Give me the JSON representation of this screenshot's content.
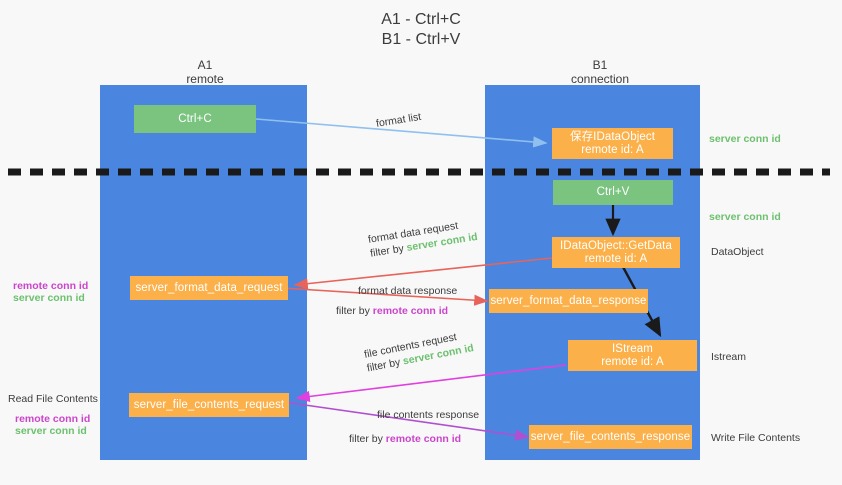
{
  "title": {
    "line1": "A1 - Ctrl+C",
    "line2": "B1 - Ctrl+V"
  },
  "columns": [
    {
      "name": "A1",
      "sub": "remote"
    },
    {
      "name": "B1",
      "sub": "connection"
    }
  ],
  "nodes": [
    {
      "id": "ctrl-c",
      "label": "Ctrl+C",
      "label2": "",
      "color": "green"
    },
    {
      "id": "save-idataobject",
      "label": "保存IDataObject",
      "label2": "remote id: A",
      "color": "orange"
    },
    {
      "id": "ctrl-v",
      "label": "Ctrl+V",
      "label2": "",
      "color": "green"
    },
    {
      "id": "idataobject-getdata",
      "label": "IDataObject::GetData",
      "label2": "remote id: A",
      "color": "orange"
    },
    {
      "id": "server-format-data-request",
      "label": "server_format_data_request",
      "label2": "",
      "color": "orange"
    },
    {
      "id": "server-format-data-response",
      "label": "server_format_data_response",
      "label2": "",
      "color": "orange"
    },
    {
      "id": "istream",
      "label": "IStream",
      "label2": "remote id: A",
      "color": "orange"
    },
    {
      "id": "server-file-contents-request",
      "label": "server_file_contents_request",
      "label2": "",
      "color": "orange"
    },
    {
      "id": "server-file-contents-response",
      "label": "server_file_contents_response",
      "label2": "",
      "color": "orange"
    }
  ],
  "edge_labels": {
    "format_list": "format list",
    "format_data_request": "format data request",
    "format_data_request_filter_prefix": "filter by ",
    "format_data_request_filter_value": "server conn id",
    "format_data_response": "format data response",
    "format_data_response_filter_prefix": "filter by ",
    "format_data_response_filter_value": "remote conn id",
    "file_contents_request": "file contents request",
    "file_contents_request_filter_prefix": "filter by ",
    "file_contents_request_filter_value": "server conn id",
    "file_contents_response": "file contents response",
    "file_contents_response_filter_prefix": "filter by ",
    "file_contents_response_filter_value": "remote conn id"
  },
  "right_annotations": [
    {
      "id": "server-conn-id-1",
      "text": "server conn id",
      "style": "green"
    },
    {
      "id": "server-conn-id-2",
      "text": "server conn id",
      "style": "green"
    },
    {
      "id": "dataobject",
      "text": "DataObject",
      "style": "plain"
    },
    {
      "id": "istream-label",
      "text": "Istream",
      "style": "plain"
    },
    {
      "id": "write-file",
      "text": "Write File Contents",
      "style": "plain"
    }
  ],
  "left_annotations": [
    {
      "id": "left-remote-1",
      "text": "remote conn id",
      "style": "purple"
    },
    {
      "id": "left-server-1",
      "text": "server conn id",
      "style": "green"
    },
    {
      "id": "read-file",
      "text": "Read File Contents",
      "style": "plain"
    },
    {
      "id": "left-remote-2",
      "text": "remote conn id",
      "style": "purple"
    },
    {
      "id": "left-server-2",
      "text": "server conn id",
      "style": "green"
    }
  ],
  "colors": {
    "lane": "#4a86e0",
    "green_node": "#7ac47f",
    "orange_node": "#fbb04a",
    "arrow_light_blue": "#8fc0ee",
    "arrow_black": "#1a1a1a",
    "arrow_red": "#e8635a",
    "arrow_magenta": "#e040e0",
    "arrow_purple": "#b050d0",
    "divider": "#1a1a1a",
    "green_text": "#6cc06f",
    "purple_text": "#cc44cc"
  }
}
